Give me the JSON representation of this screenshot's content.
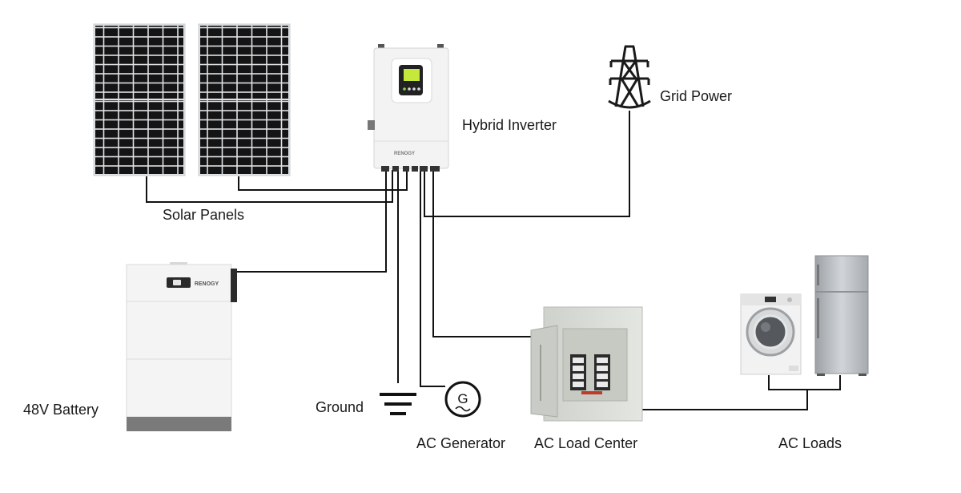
{
  "labels": {
    "solar_panels": "Solar Panels",
    "hybrid_inverter": "Hybrid Inverter",
    "grid_power": "Grid Power",
    "battery": "48V Battery",
    "ground": "Ground",
    "ac_generator": "AC Generator",
    "ac_load_center": "AC Load Center",
    "ac_loads": "AC Loads"
  },
  "brand": {
    "inverter_logo": "RENOGY",
    "battery_logo": "RENOGY"
  },
  "generator_symbol": "G",
  "colors": {
    "wire": "#111111",
    "panel_cell": "#141414",
    "panel_frame": "#cfd3d6",
    "device_body": "#f1f1f1",
    "device_border": "#d6d6d6",
    "battery_base": "#7a7a7a",
    "breaker_box": "#d9dcd6",
    "appliance_steel": "#b9bcc0",
    "screen_green": "#c6e83a"
  },
  "icons": [
    "transmission-tower-icon",
    "ground-symbol-icon",
    "generator-symbol-icon"
  ]
}
